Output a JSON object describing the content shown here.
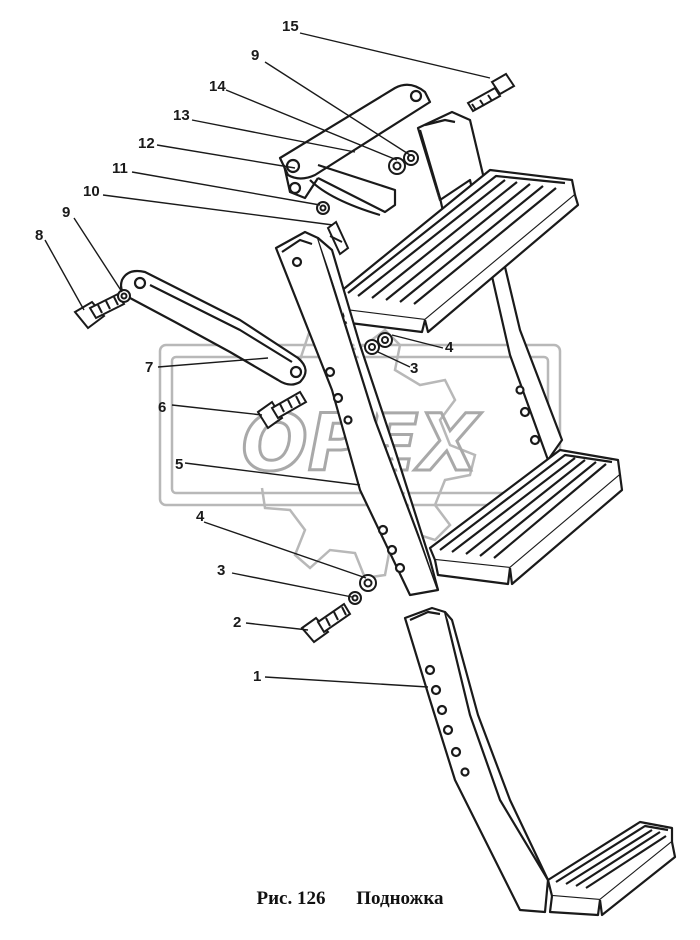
{
  "figure": {
    "number_label": "Рис. 126",
    "title": "Подножка"
  },
  "callouts": [
    {
      "id": "c15",
      "label": "15"
    },
    {
      "id": "c9a",
      "label": "9"
    },
    {
      "id": "c14",
      "label": "14"
    },
    {
      "id": "c13",
      "label": "13"
    },
    {
      "id": "c12",
      "label": "12"
    },
    {
      "id": "c11",
      "label": "11"
    },
    {
      "id": "c10",
      "label": "10"
    },
    {
      "id": "c9b",
      "label": "9"
    },
    {
      "id": "c8",
      "label": "8"
    },
    {
      "id": "c7",
      "label": "7"
    },
    {
      "id": "c6",
      "label": "6"
    },
    {
      "id": "c5",
      "label": "5"
    },
    {
      "id": "c4a",
      "label": "4"
    },
    {
      "id": "c3a",
      "label": "3"
    },
    {
      "id": "c4b",
      "label": "4"
    },
    {
      "id": "c3b",
      "label": "3"
    },
    {
      "id": "c2",
      "label": "2"
    },
    {
      "id": "c1",
      "label": "1"
    }
  ],
  "watermark": {
    "text": "OPEX"
  },
  "colors": {
    "ink": "#1a1a1a",
    "watermark": "#b8b8b8",
    "background": "#ffffff"
  }
}
